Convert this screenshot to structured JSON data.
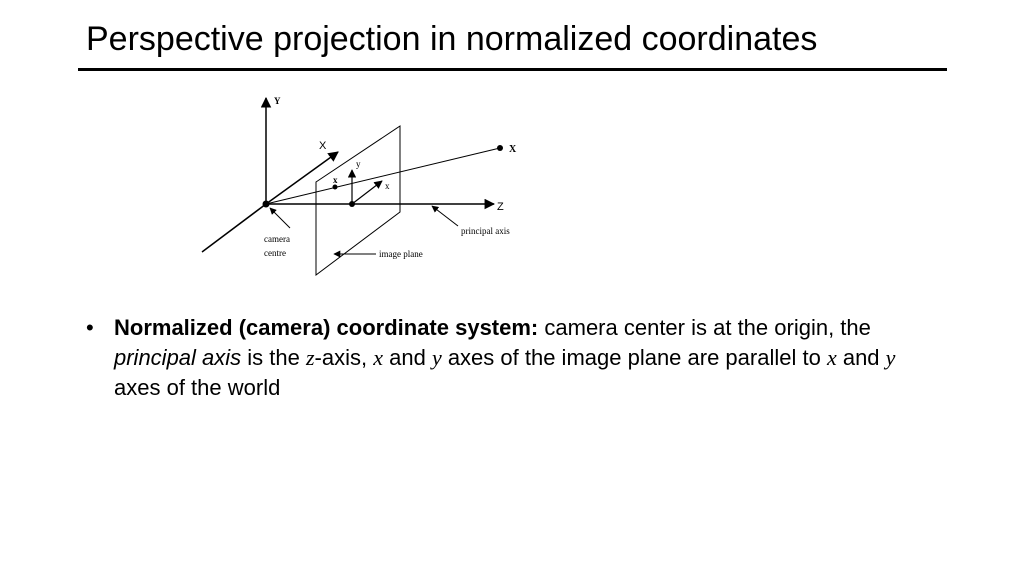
{
  "slide": {
    "title": "Perspective projection in normalized coordinates"
  },
  "diagram": {
    "labels": {
      "axis_Y": "Y",
      "axis_X": "X",
      "axis_Z": "Z",
      "point_X": "X",
      "image_x": "x",
      "image_axis_y": "y",
      "image_axis_x": "x",
      "camera_centre_line1": "camera",
      "camera_centre_line2": "centre",
      "principal_axis": "principal axis",
      "image_plane": "image plane"
    }
  },
  "bullet": {
    "marker": "•",
    "bold_lead": "Normalized (camera) coordinate system:",
    "text_1": " camera center is at the origin, the ",
    "principal_axis": "principal axis",
    "text_2": " is the ",
    "z_var": "z",
    "text_3": "-axis, ",
    "x_var": "x",
    "text_4": " and ",
    "y_var": "y",
    "text_5": " axes of the image plane are parallel to ",
    "x_var_2": "x",
    "text_6": " and ",
    "y_var_2": "y",
    "text_7": " axes of the world"
  }
}
